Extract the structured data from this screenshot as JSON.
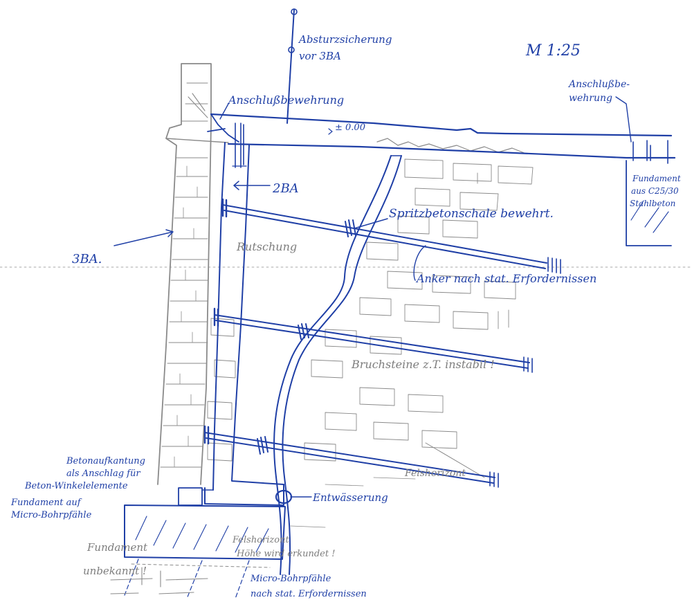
{
  "scale": "M 1:25",
  "labels": {
    "fall_protection_1": "Absturzsicherung",
    "fall_protection_2": "vor 3BA",
    "connection_rebar_left": "Anschlußbewehrung",
    "level": "± 0.00",
    "connection_rebar_right_1": "Anschlußbe-",
    "connection_rebar_right_2": "wehrung",
    "foundation_right_1": "Fundament",
    "foundation_right_2": "aus C25/30",
    "foundation_right_3": "Stahlbeton",
    "bauabschnitt_2": "2BA",
    "bauabschnitt_3": "3BA.",
    "shotcrete": "Spritzbetonschale bewehrt.",
    "slope": "Rutschung",
    "anchors": "Anker nach stat. Erfordernissen",
    "quarry_stones": "Bruchsteine z.T. instabil !",
    "rock_horizon_right": "Felshorizont",
    "drainage": "Entwässerung",
    "concrete_upstand_1": "Betonaufkantung",
    "concrete_upstand_2": "als Anschlag für",
    "concrete_upstand_3": "Beton-Winkelelemente",
    "foundation_micropiles_1": "Fundament auf",
    "foundation_micropiles_2": "Micro-Bohrpfähle",
    "rock_horizon_1": "Felshorizont",
    "rock_horizon_2": "Höhe wird erkundet !",
    "foundation_unknown_1": "Fundament",
    "foundation_unknown_2": "unbekannt !",
    "micropiles_1": "Micro-Bohrpfähle",
    "micropiles_2": "nach stat. Erfordernissen"
  },
  "colors": {
    "ink": "#1f3fa6",
    "pencil": "#8a8a8a",
    "paper": "#ffffff"
  }
}
